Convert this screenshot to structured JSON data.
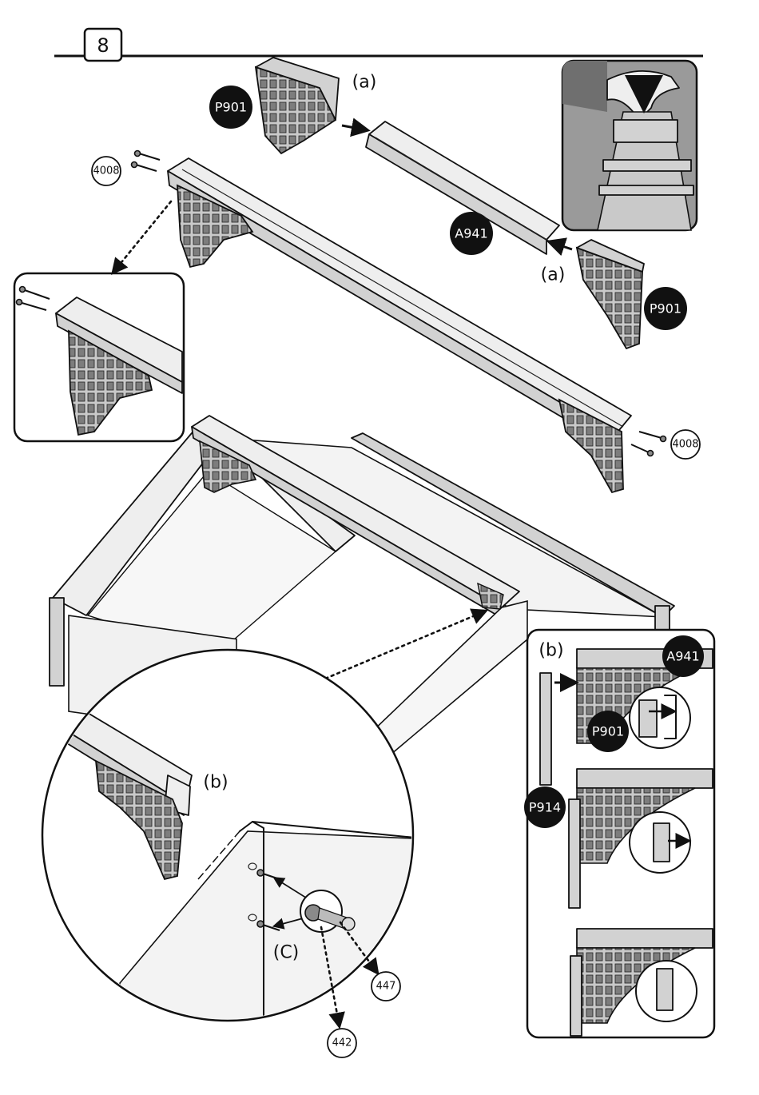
{
  "step_number": "8",
  "labels": {
    "a_top": "(a)",
    "a_right": "(a)",
    "b_zoom": "(b)",
    "b_inset": "(b)",
    "c_zoom": "(C)"
  },
  "parts": {
    "p901": "P901",
    "a941": "A941",
    "p914": "P914",
    "s4008": "4008",
    "s447": "447",
    "s442": "442"
  }
}
